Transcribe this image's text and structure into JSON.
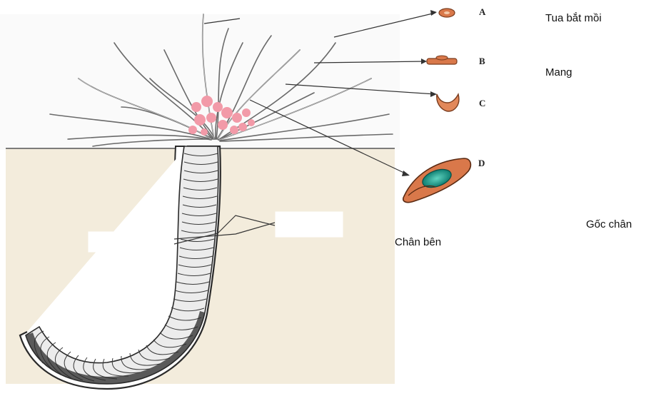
{
  "letters": {
    "a": "A",
    "b": "B",
    "c": "C",
    "d": "D"
  },
  "labels": {
    "tentacles": "Tua bắt mồi",
    "gills": "Mang",
    "parapodia": "Chân bên",
    "parapodia_base": "Gốc chân"
  },
  "colors": {
    "sediment": "#f3ecdc",
    "worm_stroke": "#2a2a2a",
    "gills": "#f29aa8",
    "section_fill": "#d9784a",
    "cell_fill": "#1a9a8a"
  }
}
